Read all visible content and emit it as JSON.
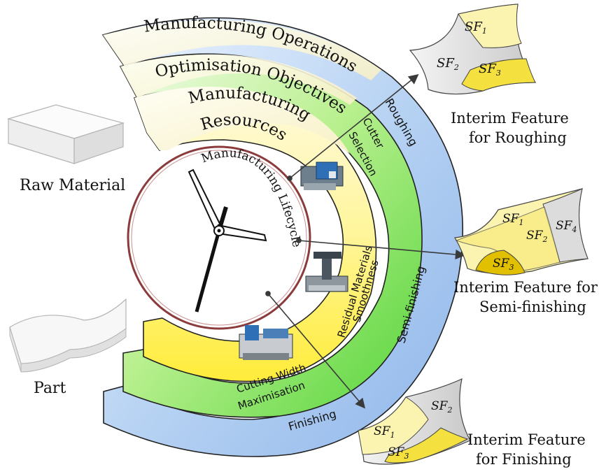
{
  "rings": {
    "operations": "Manufacturing Operations",
    "objectives": "Optimisation Objectives",
    "resources_line1": "Manufacturing",
    "resources_line2": "Resources",
    "lifecycle": "Manufacturing Lifecycle"
  },
  "band_labels": {
    "roughing": "Roughing",
    "semi_finishing": "Semi-finishing",
    "finishing": "Finishing",
    "cutter_line1": "Cutter",
    "cutter_line2": "Selection",
    "residual_line1": "Residual Materials",
    "residual_line2": "Smoothness",
    "cutting_line1": "Cutting Width",
    "cutting_line2": "Maximisation"
  },
  "left_labels": {
    "raw_material": "Raw Material",
    "part": "Part"
  },
  "features": {
    "roughing_line1": "Interim Feature",
    "roughing_line2": "for Roughing",
    "semi_line1": "Interim Feature for",
    "semi_line2": "Semi-finishing",
    "finishing_line1": "Interim Feature",
    "finishing_line2": "for Finishing"
  },
  "surface_labels": {
    "sf": "SF",
    "s1": "1",
    "s2": "2",
    "s3": "3",
    "s4": "4"
  },
  "colors": {
    "blue_band": "#a9c9ef",
    "green_band": "#7ee05a",
    "yellow_band": "#fff36b",
    "cream_band": "#fbf7d7",
    "rim": "#8b3b3b",
    "feature_yellow": "#f7e85a",
    "feature_light": "#fbf3b0",
    "feature_gray": "#dcdcdc"
  }
}
